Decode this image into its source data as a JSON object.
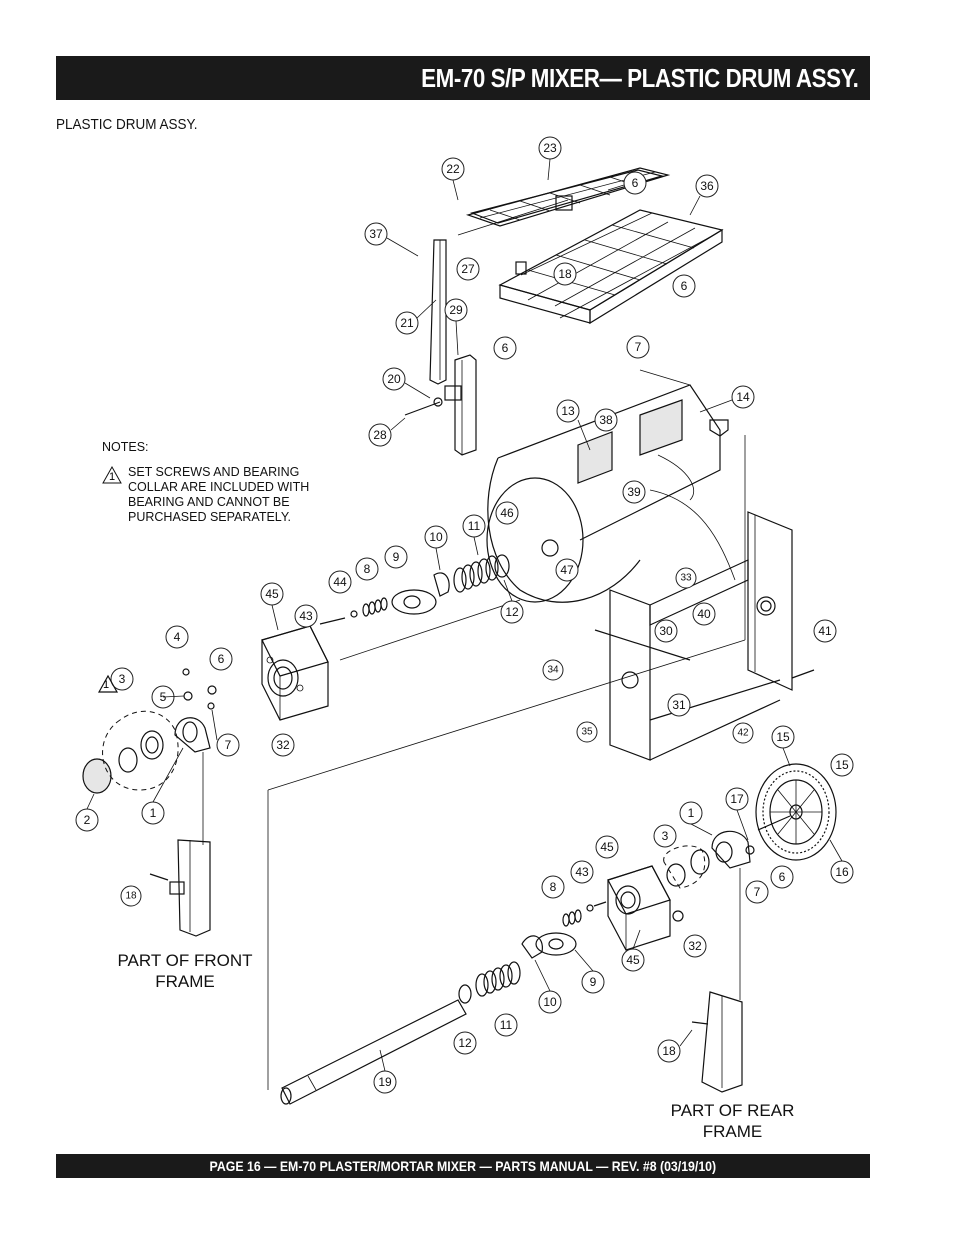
{
  "header": {
    "title": "EM-70 S/P MIXER—  PLASTIC DRUM ASSY."
  },
  "section_label": "PLASTIC DRUM ASSY.",
  "notes": {
    "title": "NOTES:",
    "items": [
      {
        "marker": "1",
        "text": "SET SCREWS AND BEARING COLLAR ARE INCLUDED WITH BEARING AND CANNOT BE PURCHASED SEPARATELY."
      }
    ]
  },
  "captions": {
    "front_frame": "PART OF FRONT FRAME",
    "rear_frame": "PART OF REAR FRAME"
  },
  "callouts": [
    "23",
    "22",
    "6",
    "36",
    "37",
    "27",
    "18",
    "6",
    "21",
    "29",
    "6",
    "7",
    "20",
    "28",
    "13",
    "38",
    "14",
    "39",
    "46",
    "11",
    "10",
    "47",
    "12",
    "9",
    "8",
    "44",
    "43",
    "45",
    "33",
    "40",
    "30",
    "41",
    "34",
    "31",
    "35",
    "42",
    "4",
    "6",
    "3",
    "5",
    "7",
    "32",
    "2",
    "1",
    "15",
    "15",
    "16",
    "17",
    "6",
    "7",
    "1",
    "3",
    "45",
    "43",
    "8",
    "32",
    "45",
    "9",
    "10",
    "11",
    "12",
    "19",
    "18",
    "18"
  ],
  "footer": {
    "text": "PAGE 16 — EM-70 PLASTER/MORTAR  MIXER — PARTS MANUAL — REV. #8 (03/19/10)"
  }
}
